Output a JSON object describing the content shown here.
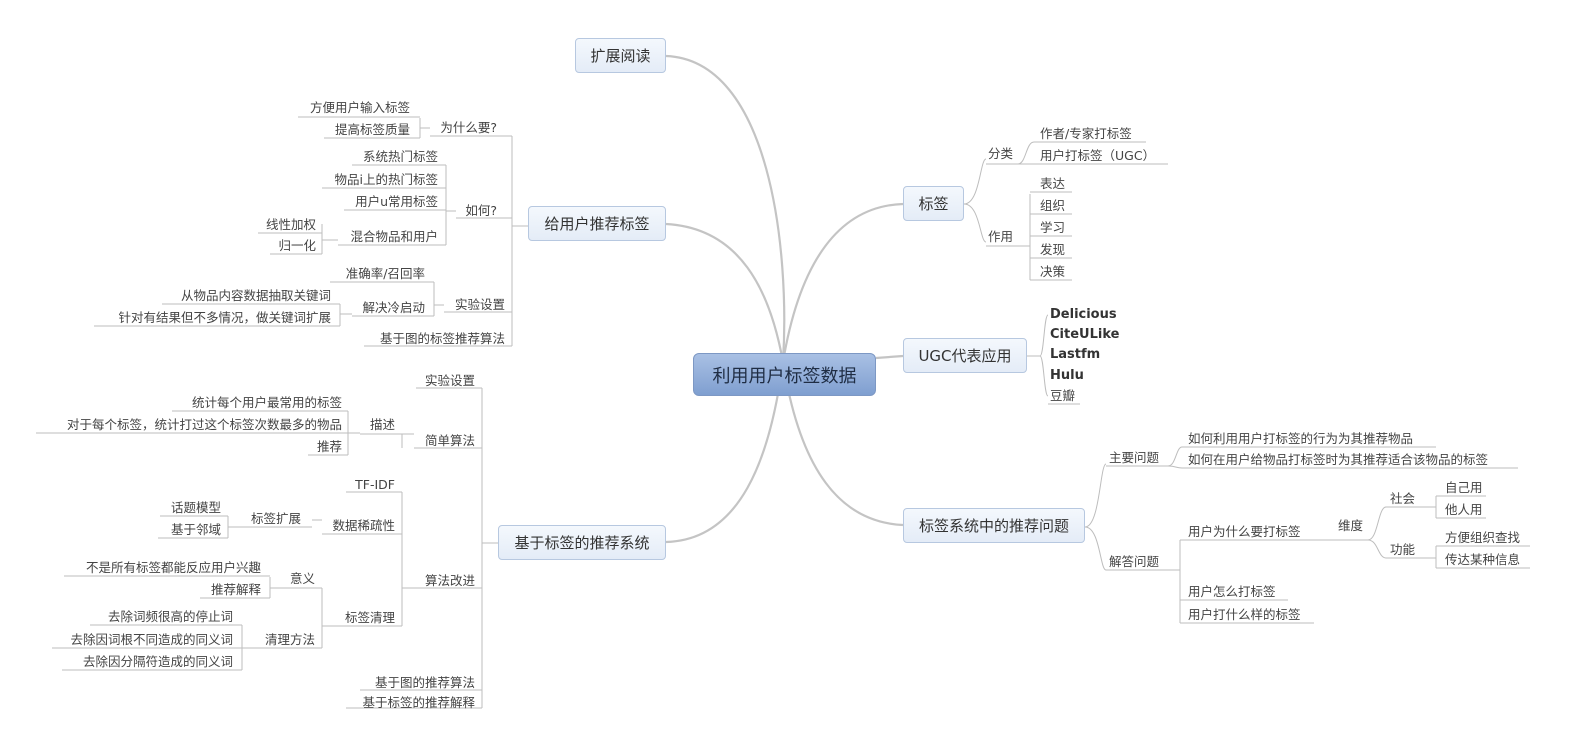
{
  "central": "利用用户标签数据",
  "branches": {
    "extended_reading": "扩展阅读",
    "tag": {
      "title": "标签",
      "classification": {
        "label": "分类",
        "items": [
          "作者/专家打标签",
          "用户打标签（UGC）"
        ]
      },
      "function": {
        "label": "作用",
        "items": [
          "表达",
          "组织",
          "学习",
          "发现",
          "决策"
        ]
      }
    },
    "ugc_apps": {
      "title": "UGC代表应用",
      "items": [
        "Delicious",
        "CiteULike",
        "Lastfm",
        "Hulu",
        "豆瓣"
      ]
    },
    "recommend_tags": {
      "title": "给用户推荐标签",
      "why": {
        "label": "为什么要?",
        "items": [
          "方便用户输入标签",
          "提高标签质量"
        ]
      },
      "how": {
        "label": "如何?",
        "items": [
          "系统热门标签",
          "物品i上的热门标签",
          "用户u常用标签"
        ],
        "mix": {
          "label": "混合物品和用户",
          "items": [
            "线性加权",
            "归一化"
          ]
        }
      },
      "experiment": {
        "label": "实验设置",
        "precision": "准确率/召回率",
        "cold_start": {
          "label": "解决冷启动",
          "items": [
            "从物品内容数据抽取关键词",
            "针对有结果但不多情况，做关键词扩展"
          ]
        }
      },
      "graph": "基于图的标签推荐算法"
    },
    "tag_recsys": {
      "title": "基于标签的推荐系统",
      "experiment": "实验设置",
      "simple": {
        "label": "简单算法",
        "describe": {
          "label": "描述",
          "items": [
            "统计每个用户最常用的标签",
            "对于每个标签，统计打过这个标签次数最多的物品"
          ]
        },
        "recommend": "推荐"
      },
      "improve": {
        "label": "算法改进",
        "tfidf": "TF-IDF",
        "sparsity": {
          "label": "数据稀疏性",
          "expansion": {
            "label": "标签扩展",
            "items": [
              "话题模型",
              "基于邻域"
            ]
          }
        },
        "cleaning": {
          "label": "标签清理",
          "meaning": {
            "label": "意义",
            "items": [
              "不是所有标签都能反应用户兴趣",
              "推荐解释"
            ]
          },
          "method": {
            "label": "清理方法",
            "items": [
              "去除词频很高的停止词",
              "去除因词根不同造成的同义词",
              "去除因分隔符造成的同义词"
            ]
          }
        }
      },
      "graph": "基于图的推荐算法",
      "explain": "基于标签的推荐解释"
    },
    "problems": {
      "title": "标签系统中的推荐问题",
      "main": {
        "label": "主要问题",
        "items": [
          "如何利用用户打标签的行为为其推荐物品",
          "如何在用户给物品打标签时为其推荐适合该物品的标签"
        ]
      },
      "answer": {
        "label": "解答问题",
        "why": {
          "label": "用户为什么要打标签",
          "dimension": {
            "label": "维度",
            "social": {
              "label": "社会",
              "items": [
                "自己用",
                "他人用"
              ]
            },
            "function": {
              "label": "功能",
              "items": [
                "方便组织查找",
                "传达某种信息"
              ]
            }
          }
        },
        "how": "用户怎么打标签",
        "what": "用户打什么样的标签"
      }
    }
  }
}
